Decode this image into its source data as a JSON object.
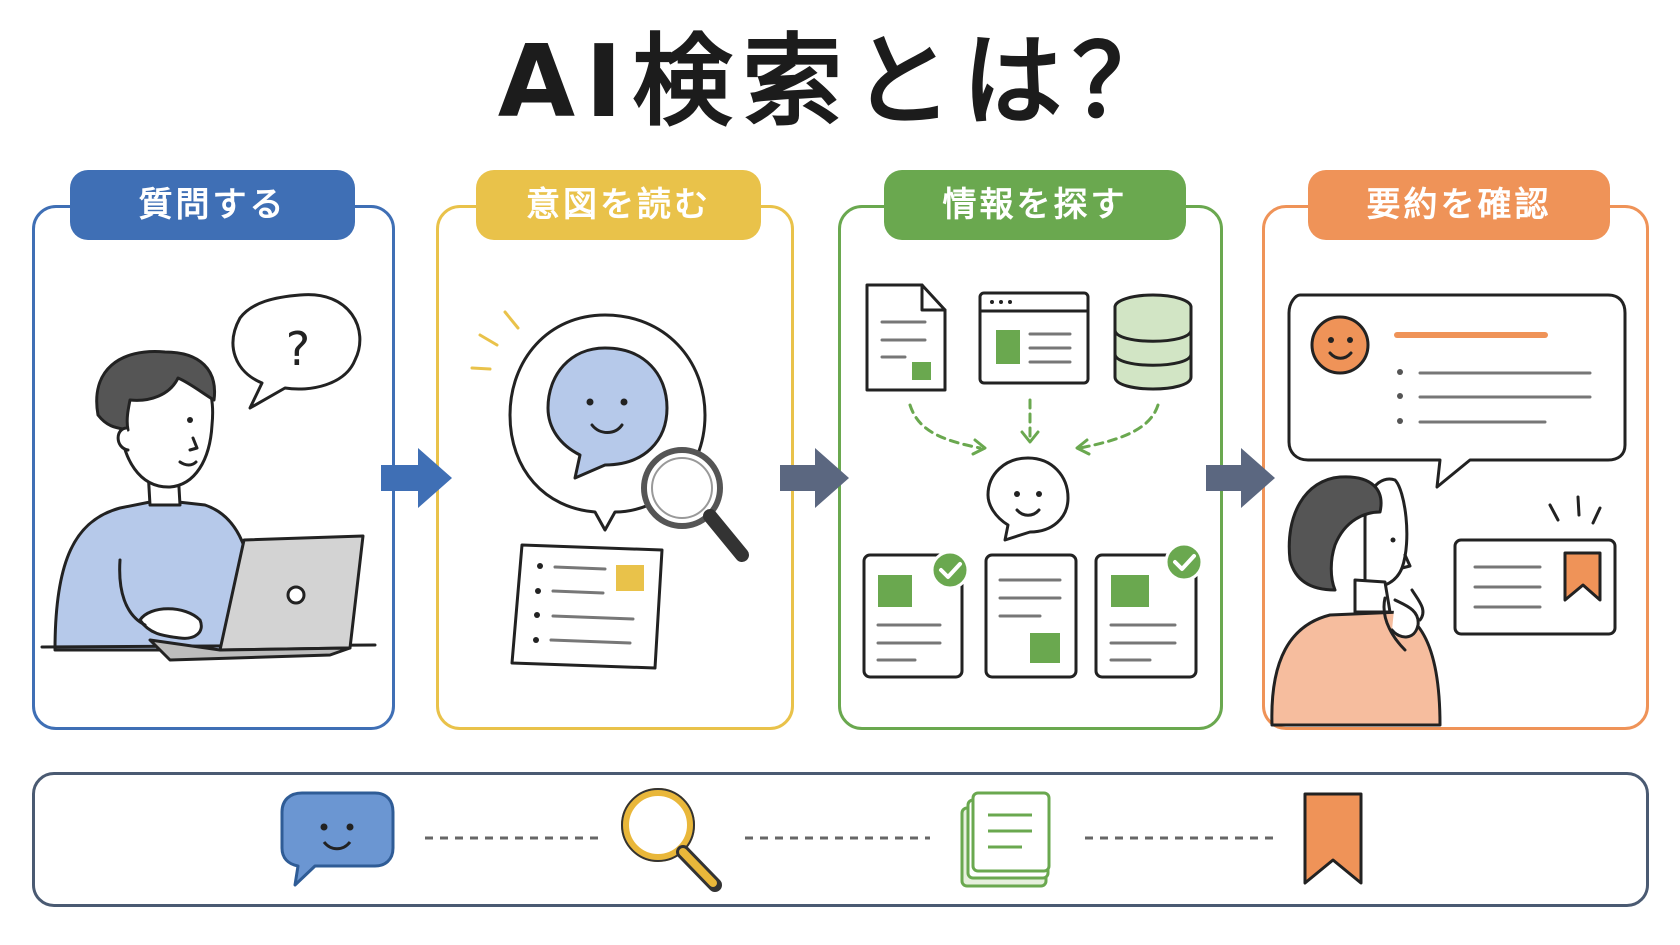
{
  "title": "AI検索とは？",
  "steps": [
    {
      "label": "質問する",
      "color": "#3f6fb5"
    },
    {
      "label": "意図を読む",
      "color": "#e9c24a"
    },
    {
      "label": "情報を探す",
      "color": "#6aa84f"
    },
    {
      "label": "要約を確認",
      "color": "#ef9358"
    }
  ],
  "question_mark": "?",
  "icons": {
    "bottom": [
      "chat-bubble-icon",
      "magnifier-icon",
      "documents-icon",
      "bookmark-icon"
    ]
  },
  "colors": {
    "blue": "#3f6fb5",
    "yellow": "#e9c24a",
    "green": "#6aa84f",
    "orange": "#ef9358",
    "arrow": "#5b6780",
    "bar_border": "#4a5a72"
  }
}
